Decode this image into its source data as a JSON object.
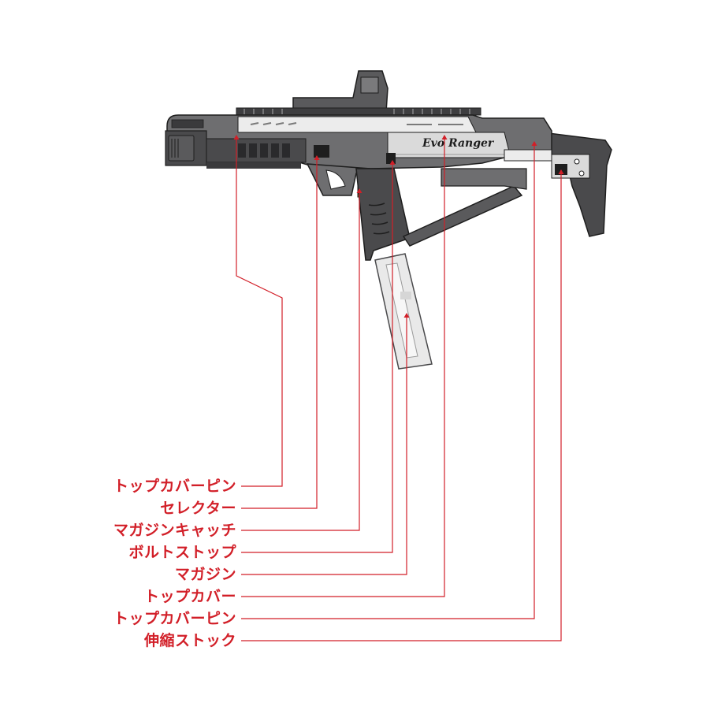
{
  "figure": {
    "brand_mark": "Evo Ranger",
    "colors": {
      "accent": "#d21f28",
      "body_dark": "#4a4a4c",
      "body_mid": "#6e6e70",
      "panel_light": "#dadada",
      "magazine": "#e9e9e9",
      "outline": "#1e1e1e"
    },
    "callouts": [
      {
        "label": "トップカバーピン"
      },
      {
        "label": "セレクター"
      },
      {
        "label": "マガジンキャッチ"
      },
      {
        "label": "ボルトストップ"
      },
      {
        "label": "マガジン"
      },
      {
        "label": "トップカバー"
      },
      {
        "label": "トップカバーピン"
      },
      {
        "label": "伸縮ストック"
      }
    ]
  }
}
